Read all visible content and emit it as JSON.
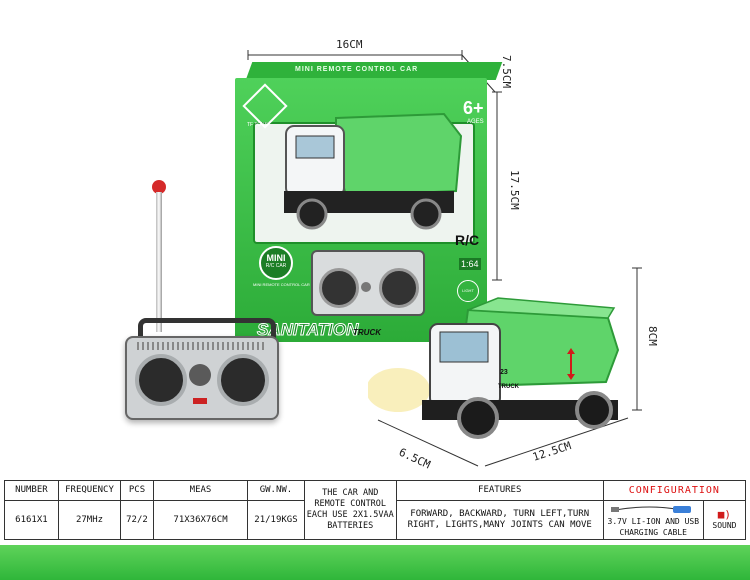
{
  "dimensions": {
    "box_width": "16CM",
    "box_depth": "7.5CM",
    "box_height": "17.5CM",
    "truck_height": "8CM",
    "truck_width": "6.5CM",
    "truck_length": "12.5CM"
  },
  "package": {
    "header_text": "MINI REMOTE CONTROL CAR",
    "age": "6+",
    "age_sub": "AGES",
    "brand": "TF TOYS",
    "mini_badge": "MINI",
    "mini_badge_sub": "R/C CAR",
    "rc_label": "R/C",
    "scale": "1:64",
    "light_label": "LIGHT",
    "mini_caption": "MINI REMOTE CONTROL CAR",
    "title_main": "SANITATION",
    "title_sub": "TRUCK"
  },
  "truck": {
    "cab_number": "23",
    "cab_label": "TRUCK"
  },
  "table": {
    "headers": [
      "NUMBER",
      "FREQUENCY",
      "PCS",
      "MEAS",
      "GW.NW."
    ],
    "values": [
      "6161X1",
      "27MHz",
      "72/2",
      "71X36X76CM",
      "21/19KGS"
    ],
    "car_note": "THE CAR AND REMOTE CONTROL EACH USE 2X1.5VAA BATTERIES",
    "features_header": "FEATURES",
    "features_text": "FORWARD, BACKWARD, TURN LEFT,TURN RIGHT, LIGHTS,MANY JOINTS CAN MOVE",
    "config_title": "CONFIGURATION",
    "config_item": "3.7V LI-ION AND USB CHARGING CABLE",
    "sound_label": "SOUND"
  },
  "colors": {
    "brand_green": "#3fc94a",
    "truck_green": "#5fd46a",
    "accent_red": "#d11a1a"
  }
}
